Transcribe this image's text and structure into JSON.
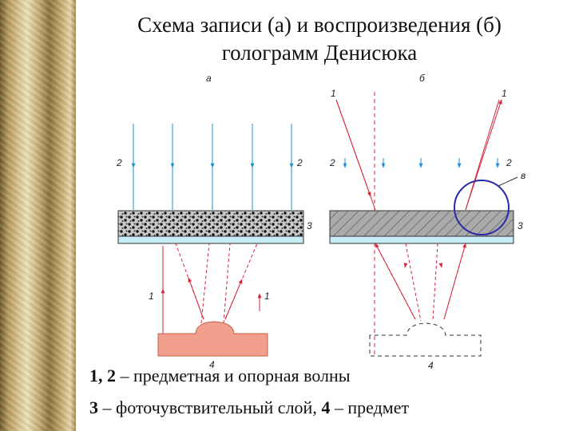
{
  "title": {
    "line1": "Схема записи (а) и воспроизведения (б)",
    "line2": "голограмм Денисюка"
  },
  "panels": {
    "a": "а",
    "b": "б"
  },
  "labels": {
    "object_wave": "1",
    "reference_wave": "2",
    "layer": "3",
    "object": "4",
    "circle": "в"
  },
  "legend": {
    "line1_nums": "1, 2",
    "line1_text": " – предметная и опорная волны",
    "line2_num1": "3",
    "line2_text1": " – фоточувствительный слой, ",
    "line2_num2": "4",
    "line2_text2": " – предмет"
  },
  "colors": {
    "reference_wave": "#1b8fd6",
    "object_wave": "#d6243c",
    "object_fill": "#f2a08e",
    "substrate": "#c5ecf4",
    "circle": "#2a2aa6"
  }
}
